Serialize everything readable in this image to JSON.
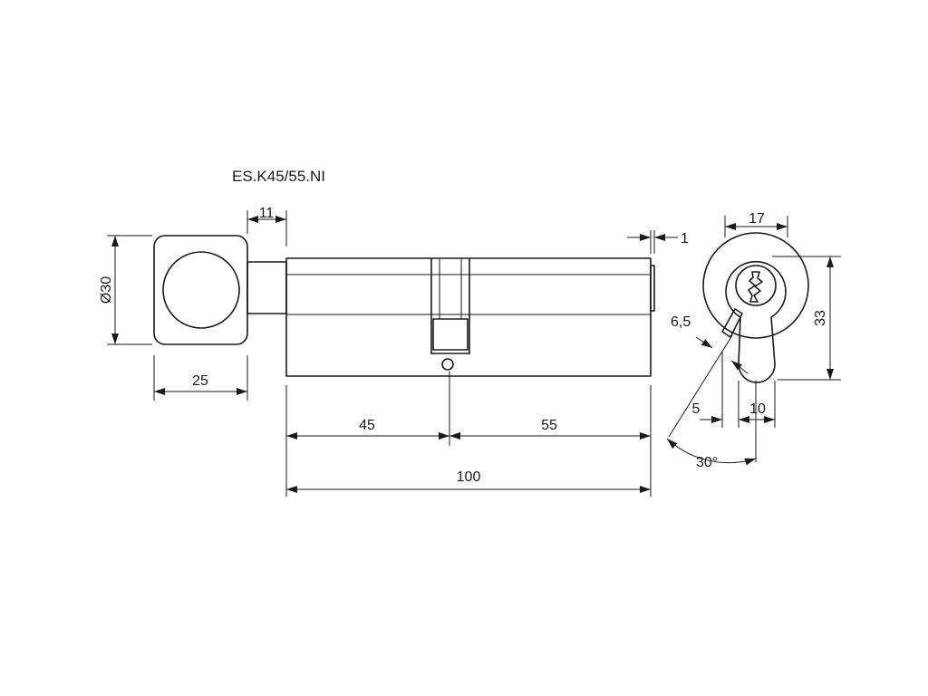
{
  "title": "ES.K45/55.NI",
  "dimensions": {
    "knob_offset": "11",
    "knob_diameter": "Ø30",
    "knob_width": "25",
    "left_length": "45",
    "right_length": "55",
    "total_length": "100",
    "protrusion": "1",
    "profile_width": "17",
    "profile_height": "33",
    "cam_width": "6,5",
    "lower_offset": "5",
    "lower_width": "10",
    "cam_angle": "30°"
  }
}
